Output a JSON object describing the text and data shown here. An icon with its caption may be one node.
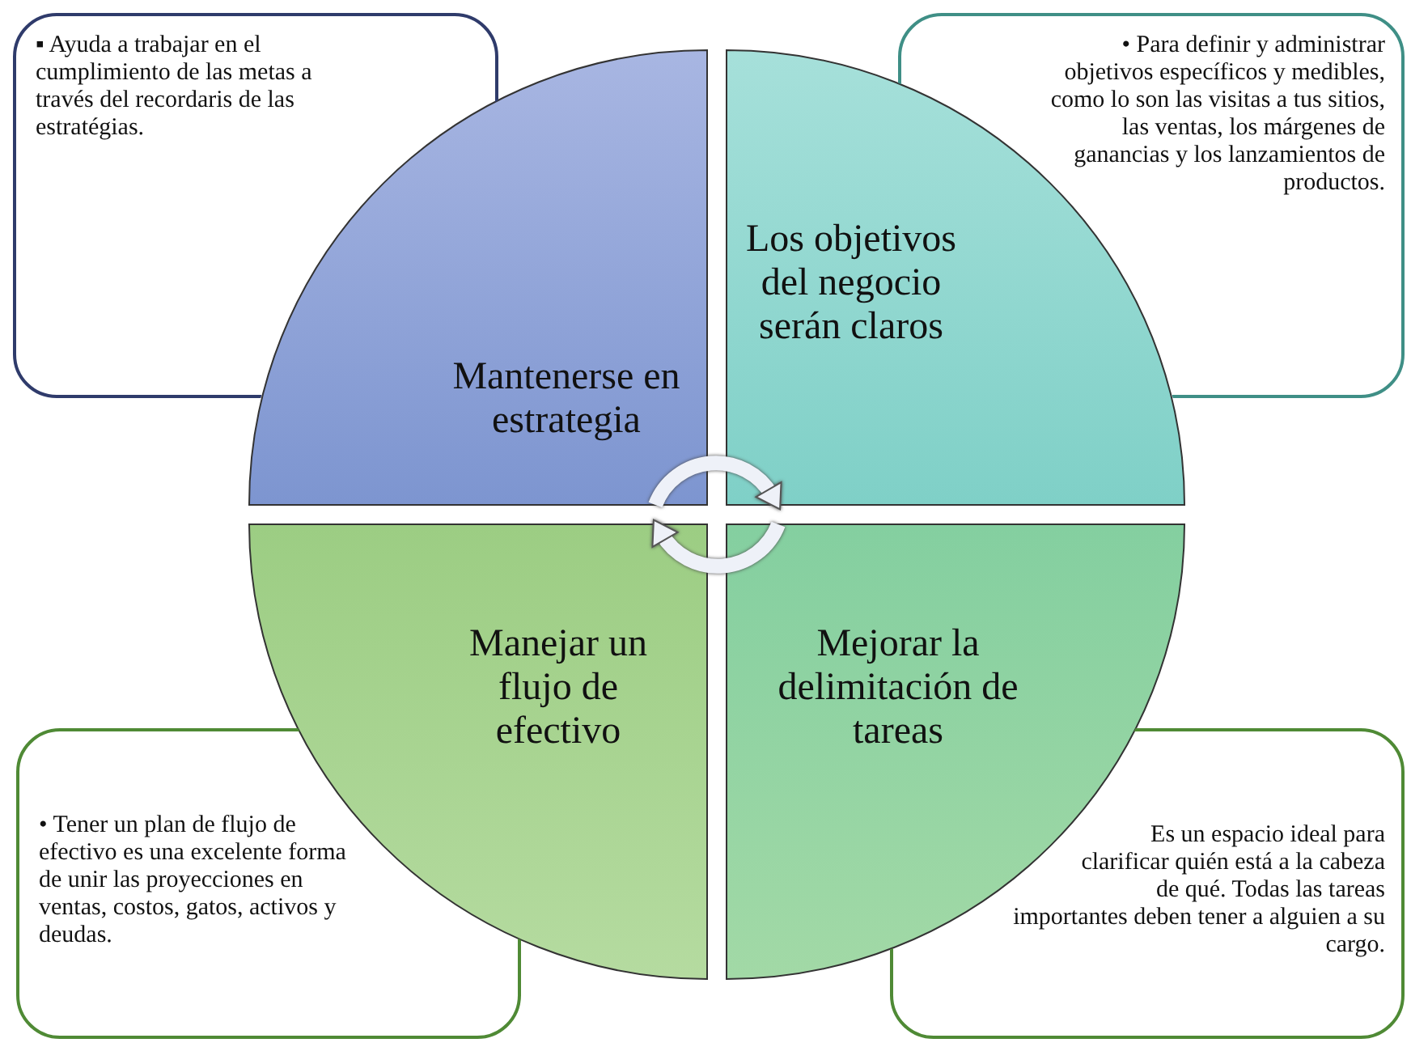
{
  "diagram": {
    "nodes": [
      {
        "text": [
          "▪ Ayuda a trabajar en el cumplimiento de las metas a través del recordaris de las estratégias."
        ]
      },
      {
        "text": [
          "Mantenerse en estrategia"
        ]
      },
      {
        "text": [
          "Los objetivos del negocio serán claros"
        ]
      },
      {
        "text": [
          "• Para definir y administrar objetivos específicos y medibles, como lo son las visitas a tus sitios, las ventas, los márgenes de ganancias y los lanzamientos de productos."
        ]
      },
      {
        "text": [
          "• Tener un plan de flujo de efectivo es una excelente forma de unir las proyecciones en ventas, costos, gatos, activos y deudas."
        ]
      },
      {
        "text": [
          "Manejar un flujo de efectivo"
        ]
      },
      {
        "text": [
          "Mejorar la delimitación de tareas"
        ]
      },
      {
        "text": [
          "Es un espacio ideal para clarificar quién está a la cabeza de qué. Todas las tareas importantes deben tener a alguien a su cargo."
        ]
      }
    ],
    "edges": [
      {
        "from": 1,
        "to": 2,
        "arrow": "to"
      },
      {
        "from": 6,
        "to": 5,
        "arrow": "to"
      }
    ]
  }
}
